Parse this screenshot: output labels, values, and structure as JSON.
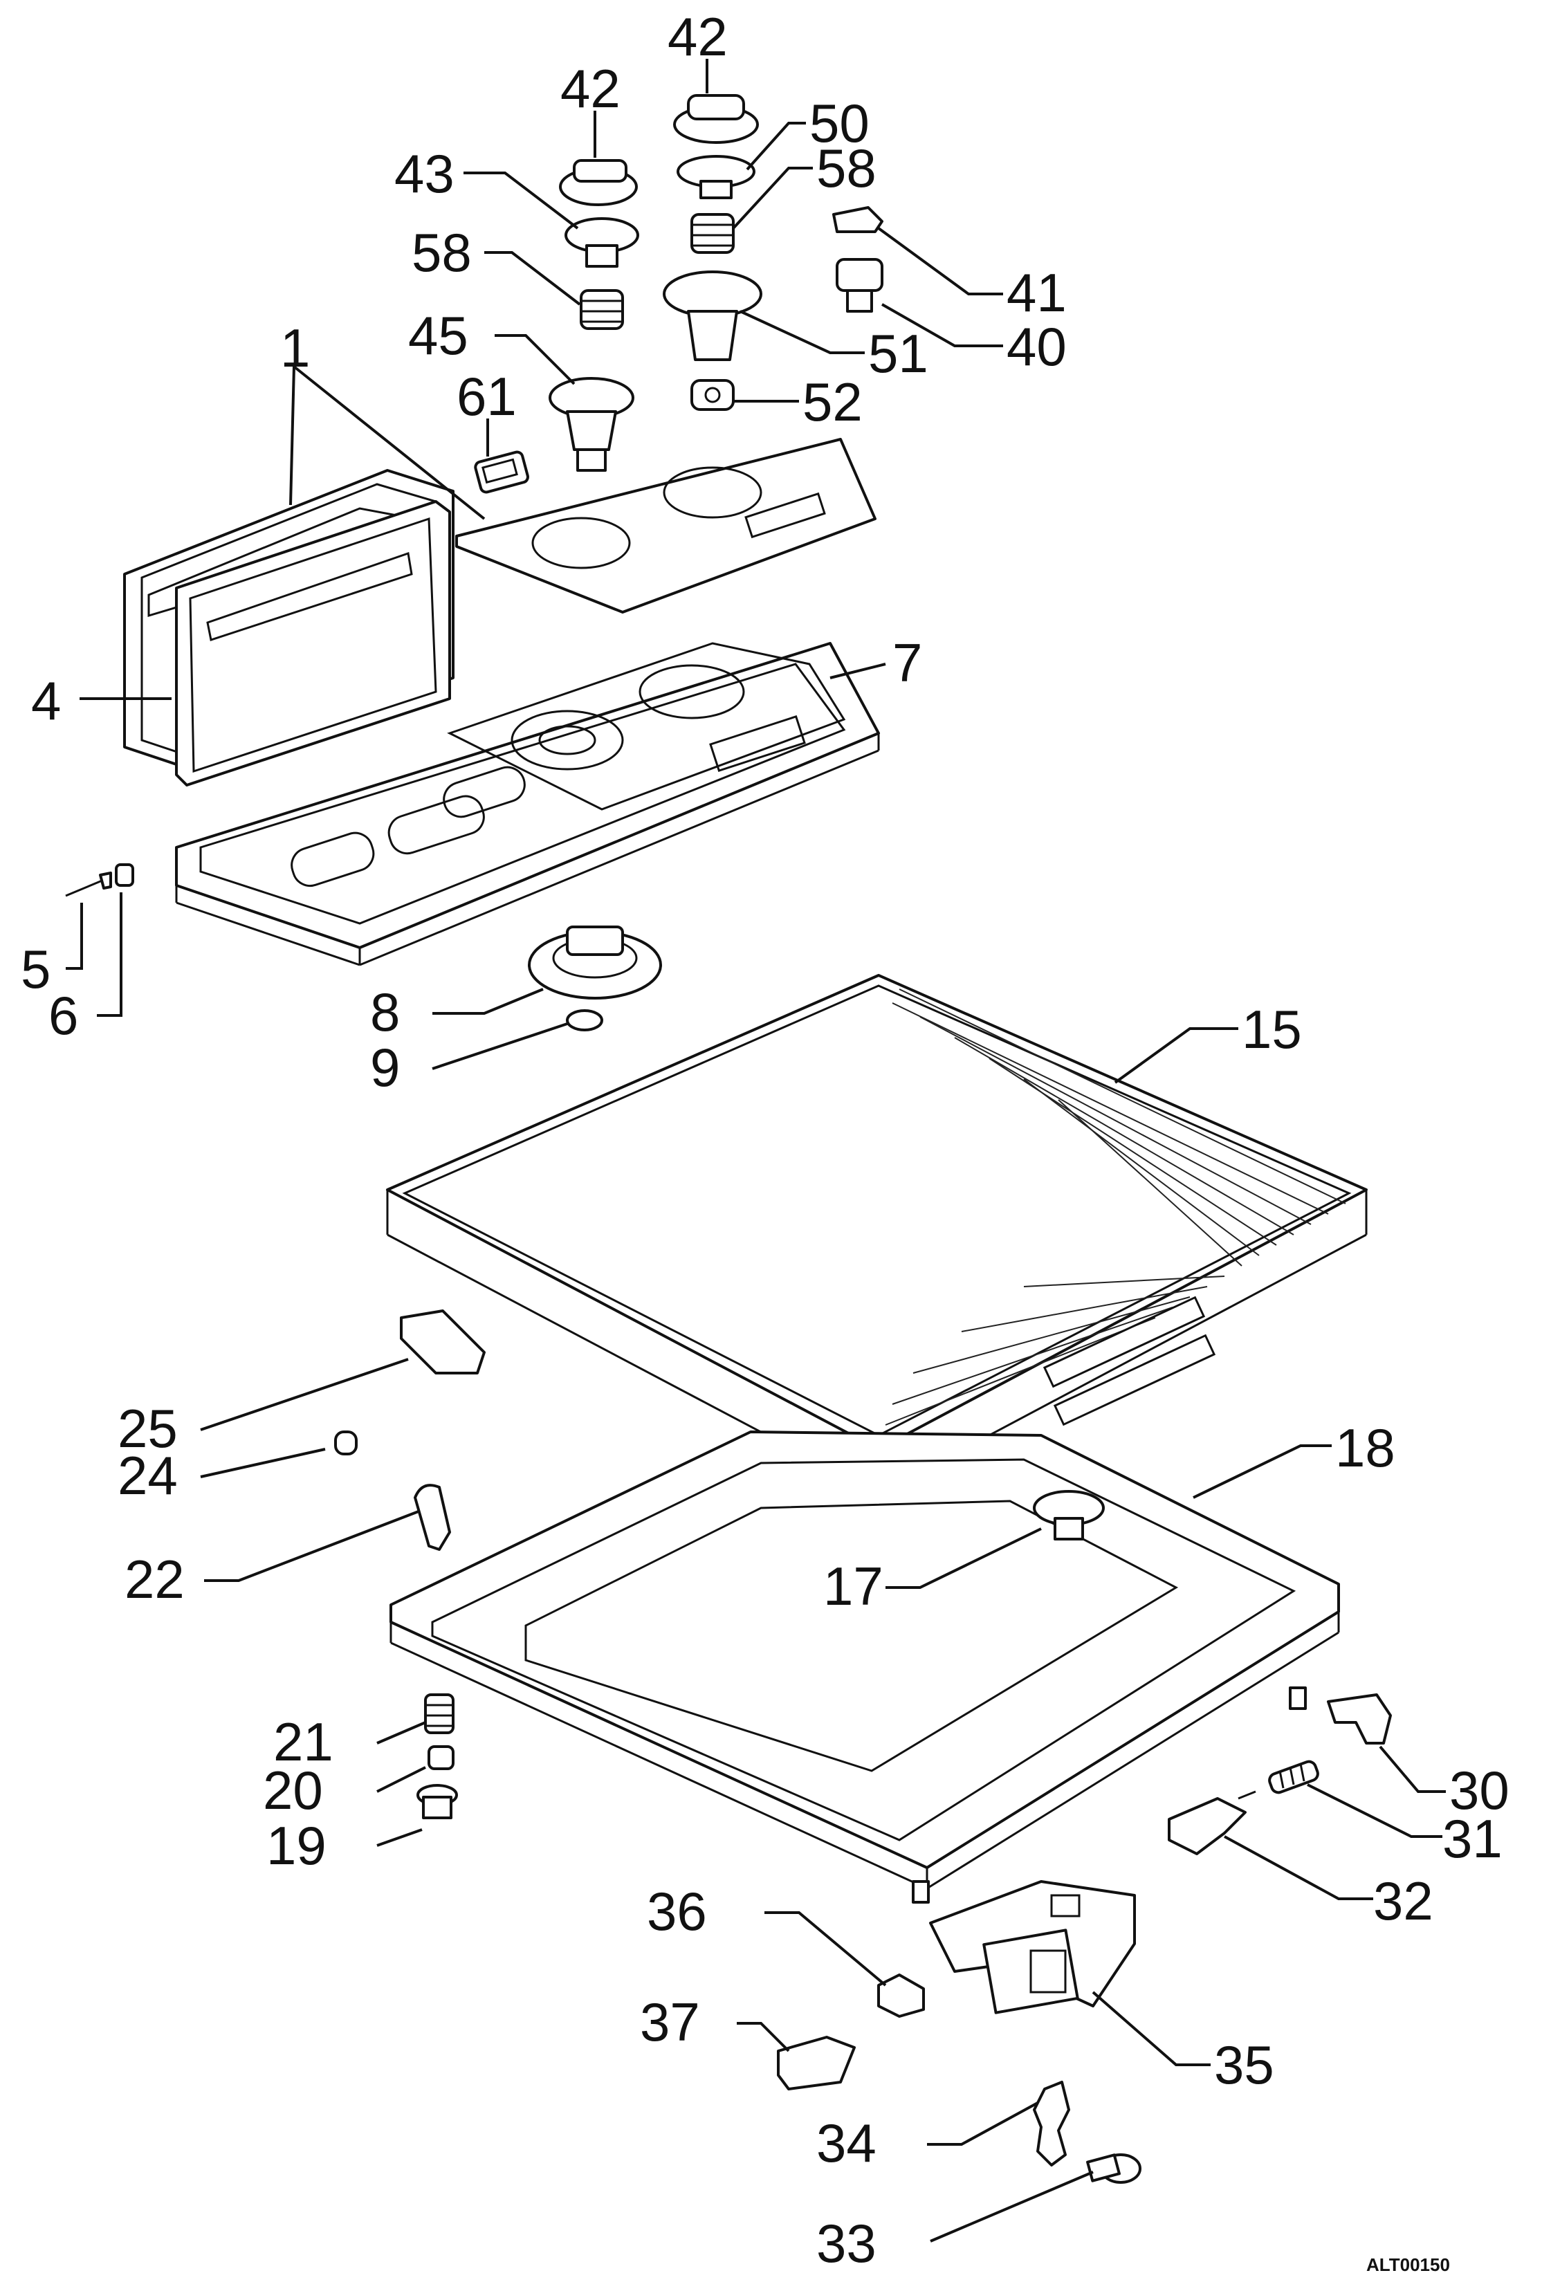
{
  "diagram": {
    "drawing_code": "ALT00150",
    "callouts": [
      {
        "id": "c1",
        "label": "1"
      },
      {
        "id": "c4",
        "label": "4"
      },
      {
        "id": "c5",
        "label": "5"
      },
      {
        "id": "c6",
        "label": "6"
      },
      {
        "id": "c7",
        "label": "7"
      },
      {
        "id": "c8",
        "label": "8"
      },
      {
        "id": "c9",
        "label": "9"
      },
      {
        "id": "c15",
        "label": "15"
      },
      {
        "id": "c17",
        "label": "17"
      },
      {
        "id": "c18",
        "label": "18"
      },
      {
        "id": "c19",
        "label": "19"
      },
      {
        "id": "c20",
        "label": "20"
      },
      {
        "id": "c21",
        "label": "21"
      },
      {
        "id": "c22",
        "label": "22"
      },
      {
        "id": "c24",
        "label": "24"
      },
      {
        "id": "c25",
        "label": "25"
      },
      {
        "id": "c30",
        "label": "30"
      },
      {
        "id": "c31",
        "label": "31"
      },
      {
        "id": "c32",
        "label": "32"
      },
      {
        "id": "c33",
        "label": "33"
      },
      {
        "id": "c34",
        "label": "34"
      },
      {
        "id": "c35",
        "label": "35"
      },
      {
        "id": "c36",
        "label": "36"
      },
      {
        "id": "c37",
        "label": "37"
      },
      {
        "id": "c40",
        "label": "40"
      },
      {
        "id": "c41",
        "label": "41"
      },
      {
        "id": "c42a",
        "label": "42"
      },
      {
        "id": "c42b",
        "label": "42"
      },
      {
        "id": "c43",
        "label": "43"
      },
      {
        "id": "c45",
        "label": "45"
      },
      {
        "id": "c50",
        "label": "50"
      },
      {
        "id": "c51",
        "label": "51"
      },
      {
        "id": "c52",
        "label": "52"
      },
      {
        "id": "c58a",
        "label": "58"
      },
      {
        "id": "c58b",
        "label": "58"
      },
      {
        "id": "c61",
        "label": "61"
      }
    ]
  }
}
